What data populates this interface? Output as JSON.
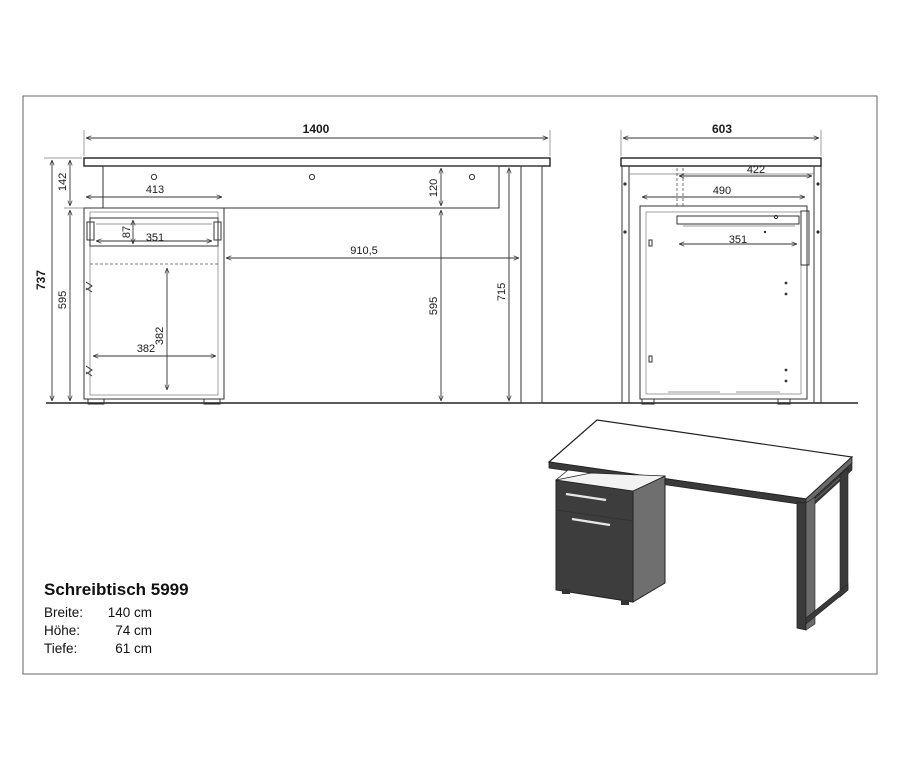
{
  "dimensions": {
    "front_width": "1400",
    "side_depth": "603",
    "total_height": "737",
    "top_band": "142",
    "pedestal_height_left": "595",
    "pedestal_width": "413",
    "drawer_height": "87",
    "drawer_inner_width": "351",
    "apron_height": "120",
    "knee_space_width": "910,5",
    "knee_height": "595",
    "leg_height": "715",
    "door_inner_width": "382",
    "door_inner_height": "382",
    "side_top_depth": "422",
    "side_inner_depth": "490",
    "side_drawer_width": "351"
  },
  "product": {
    "title": "Schreibtisch 5999",
    "specs": [
      {
        "label": "Breite:",
        "value": "140 cm"
      },
      {
        "label": "Höhe:",
        "value": "74 cm"
      },
      {
        "label": "Tiefe:",
        "value": "61 cm"
      }
    ]
  }
}
